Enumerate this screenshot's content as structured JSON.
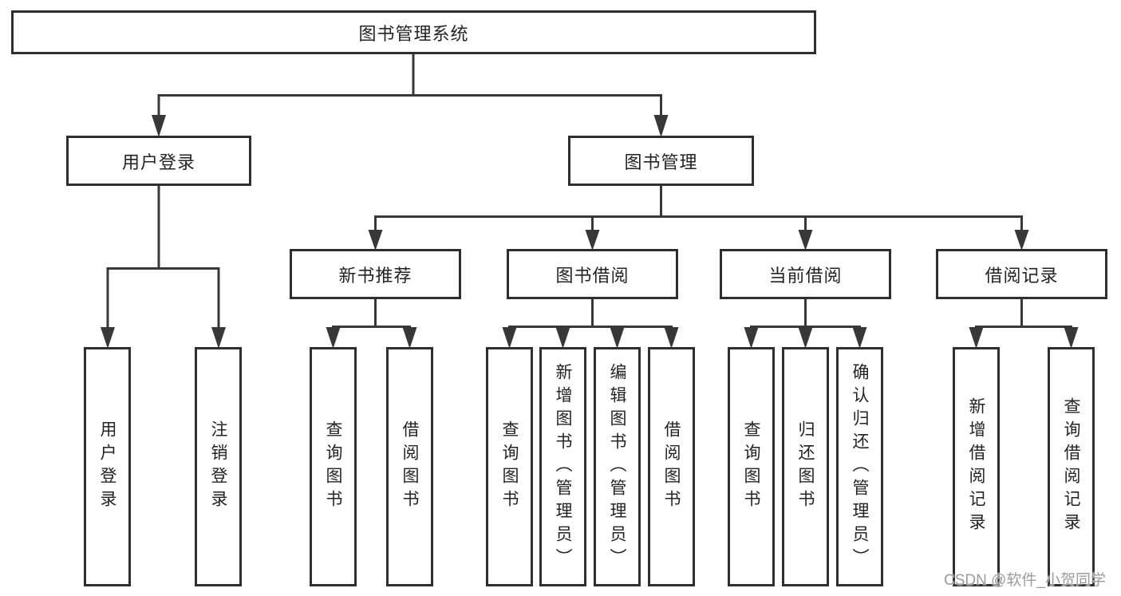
{
  "diagram": {
    "title_node": {
      "label": "图书管理系统"
    },
    "level2": [
      {
        "label": "用户登录"
      },
      {
        "label": "图书管理"
      }
    ],
    "level3": [
      {
        "label": "新书推荐",
        "parent": "图书管理"
      },
      {
        "label": "图书借阅",
        "parent": "图书管理"
      },
      {
        "label": "当前借阅",
        "parent": "图书管理"
      },
      {
        "label": "借阅记录",
        "parent": "图书管理"
      }
    ],
    "leaves": [
      {
        "label": "用户登录",
        "parent": "用户登录"
      },
      {
        "label": "注销登录",
        "parent": "用户登录"
      },
      {
        "label": "查询图书",
        "parent": "新书推荐"
      },
      {
        "label": "借阅图书",
        "parent": "新书推荐"
      },
      {
        "label": "查询图书",
        "parent": "图书借阅"
      },
      {
        "label": "新增图书（管理员）",
        "parent": "图书借阅"
      },
      {
        "label": "编辑图书（管理员）",
        "parent": "图书借阅"
      },
      {
        "label": "借阅图书",
        "parent": "图书借阅"
      },
      {
        "label": "查询图书",
        "parent": "当前借阅"
      },
      {
        "label": "归还图书",
        "parent": "当前借阅"
      },
      {
        "label": "确认归还（管理员）",
        "parent": "当前借阅"
      },
      {
        "label": "新增借阅记录",
        "parent": "借阅记录"
      },
      {
        "label": "查询借阅记录",
        "parent": "借阅记录"
      }
    ],
    "watermark": "CSDN @软件_小贺同学",
    "colors": {
      "line": "#383838",
      "box_border": "#2e2e2e",
      "box_fill": "#ffffff",
      "text": "#232323",
      "watermark": "#9b9b9b",
      "background": "#ffffff"
    }
  }
}
